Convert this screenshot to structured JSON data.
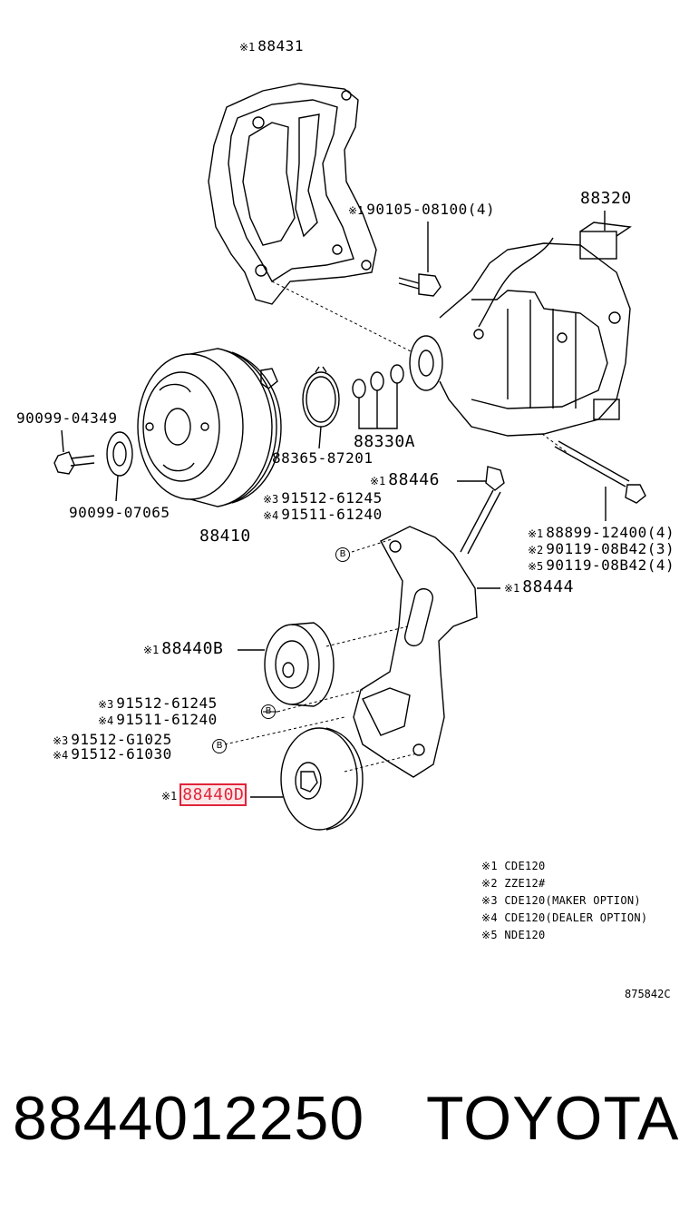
{
  "labels": {
    "bracket_top": {
      "mark": "※1",
      "part": "88431"
    },
    "compressor": {
      "part": "88320"
    },
    "bolt_top": {
      "mark": "※1",
      "part": "90105-08100(4)"
    },
    "bolt_left": {
      "part": "90099-04349"
    },
    "washer_left": {
      "part": "90099-07065"
    },
    "clutch": {
      "part": "88410"
    },
    "snap_ring": {
      "part": "88365-87201"
    },
    "shims": {
      "part": "88330A"
    },
    "stud_bolt": {
      "mark": "※1",
      "part": "88446"
    },
    "bolt_b1_line1": {
      "mark": "※3",
      "part": "91512-61245"
    },
    "bolt_b1_line2": {
      "mark": "※4",
      "part": "91511-61240"
    },
    "long_bolt_1": {
      "mark": "※1",
      "part": "88899-12400(4)"
    },
    "long_bolt_2": {
      "mark": "※2",
      "part": "90119-08B42(3)"
    },
    "long_bolt_3": {
      "mark": "※5",
      "part": "90119-08B42(4)"
    },
    "bracket_idler": {
      "mark": "※1",
      "part": "88444"
    },
    "idler_b": {
      "mark": "※1",
      "part": "88440B"
    },
    "bolt_b2_line1": {
      "mark": "※3",
      "part": "91512-61245"
    },
    "bolt_b2_line2": {
      "mark": "※4",
      "part": "91511-61240"
    },
    "bolt_b3_line1": {
      "mark": "※3",
      "part": "91512-G1025"
    },
    "bolt_b3_line2": {
      "mark": "※4",
      "part": "91512-61030"
    },
    "idler_d": {
      "mark": "※1",
      "part": "88440D"
    },
    "b_circle": "B"
  },
  "notes": [
    "※1 CDE120",
    "※2 ZZE12#",
    "※3 CDE120(MAKER OPTION)",
    "※4 CDE120(DEALER OPTION)",
    "※5 NDE120"
  ],
  "diagram_code": "875842C",
  "footer": {
    "part_number": "8844012250",
    "brand": "TOYOTA"
  },
  "colors": {
    "highlight": "#e0243a",
    "highlight_fill": "#fbe9ea",
    "line": "#000000"
  }
}
